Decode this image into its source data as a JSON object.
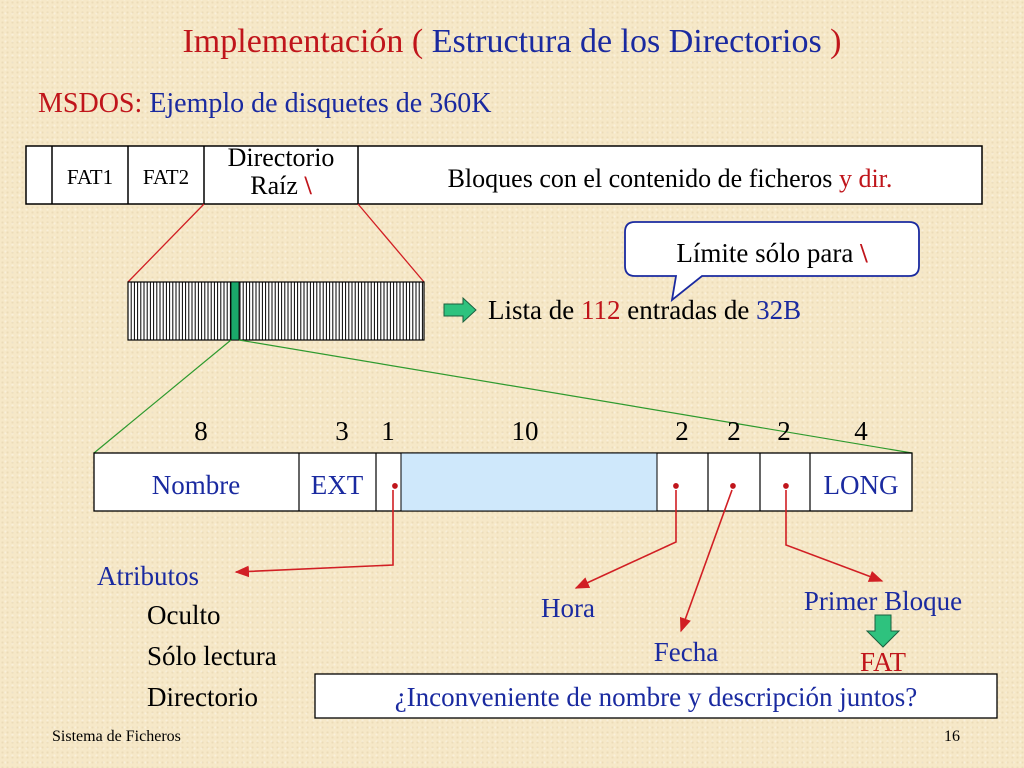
{
  "title": {
    "prefix": "Implementación ( ",
    "main": "Estructura de los Directorios",
    "suffix": " )"
  },
  "subtitle": {
    "prefix": "MSDOS:",
    "rest": " Ejemplo de disquetes de 360K"
  },
  "disk_layout": {
    "fat1": "FAT1",
    "fat2": "FAT2",
    "root_line1": "Directorio",
    "root_line2_prefix": "Raíz ",
    "root_line2_symbol": "\\",
    "data_prefix": "Bloques con el contenido de ficheros ",
    "data_y": "y",
    "data_dir": " dir."
  },
  "callout": {
    "text": "Límite sólo para ",
    "symbol": "\\"
  },
  "root_list": {
    "prefix": "Lista de ",
    "count": "112",
    "middle": " entradas de ",
    "size": "32B"
  },
  "entry": {
    "field_sizes": [
      "8",
      "3",
      "1",
      "10",
      "2",
      "2",
      "2",
      "4"
    ],
    "nombre": "Nombre",
    "ext": "EXT",
    "long": "LONG",
    "dot": "•"
  },
  "labels": {
    "atributos": "Atributos",
    "attr_items": [
      "Oculto",
      "Sólo lectura",
      "Directorio"
    ],
    "hora": "Hora",
    "fecha": "Fecha",
    "primer_bloque": "Primer Bloque",
    "fat": "FAT"
  },
  "question": "¿Inconveniente de nombre y descripción juntos?",
  "footer": {
    "left": "Sistema de Ficheros",
    "page": "16"
  },
  "colors": {
    "red": "#c0151b",
    "blue": "#1a2aa0",
    "green_arrow": "#2ec27e",
    "light_blue": "#cfe8fb",
    "highlight_slot": "#1aa86a",
    "connector_red": "#d11f24",
    "connector_green": "#2e9a2e"
  }
}
